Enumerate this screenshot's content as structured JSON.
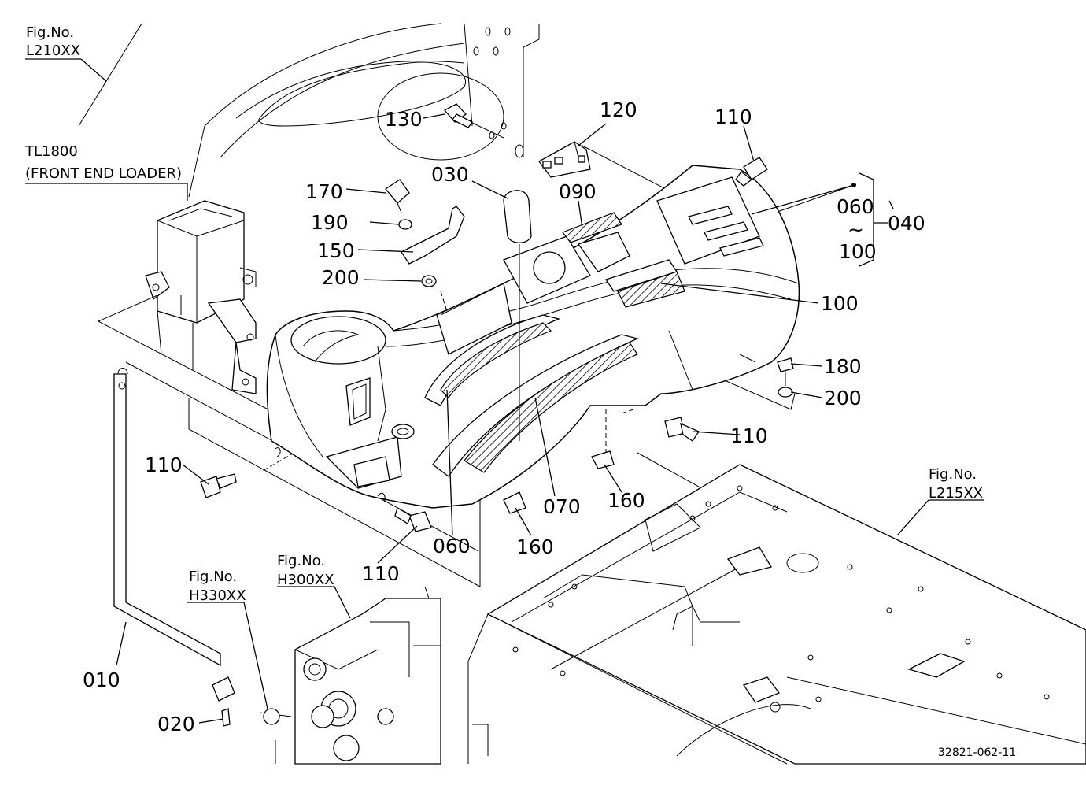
{
  "callouts": [
    {
      "id": "p130",
      "text": "130"
    },
    {
      "id": "p120",
      "text": "120"
    },
    {
      "id": "p110a",
      "text": "110"
    },
    {
      "id": "p170",
      "text": "170"
    },
    {
      "id": "p030",
      "text": "030"
    },
    {
      "id": "p090",
      "text": "090"
    },
    {
      "id": "p190",
      "text": "190"
    },
    {
      "id": "p150",
      "text": "150"
    },
    {
      "id": "p200a",
      "text": "200"
    },
    {
      "id": "p060a",
      "text": "060"
    },
    {
      "id": "p040",
      "text": "040"
    },
    {
      "id": "p100a",
      "text": "100"
    },
    {
      "id": "p100b",
      "text": "100"
    },
    {
      "id": "p180",
      "text": "180"
    },
    {
      "id": "p200b",
      "text": "200"
    },
    {
      "id": "p110b",
      "text": "110"
    },
    {
      "id": "p110c",
      "text": "110"
    },
    {
      "id": "p160a",
      "text": "160"
    },
    {
      "id": "p070",
      "text": "070"
    },
    {
      "id": "p060b",
      "text": "060"
    },
    {
      "id": "p160b",
      "text": "160"
    },
    {
      "id": "p110d",
      "text": "110"
    },
    {
      "id": "p010",
      "text": "010"
    },
    {
      "id": "p020",
      "text": "020"
    }
  ],
  "range_mark": "~",
  "references": {
    "l210": {
      "line1": "Fig.No.",
      "line2": "L210XX"
    },
    "tl1800": {
      "line1": "TL1800",
      "line2": "(FRONT END LOADER)"
    },
    "l215": {
      "line1": "Fig.No.",
      "line2": "L215XX"
    },
    "h330": {
      "line1": "Fig.No.",
      "line2": "H330XX"
    },
    "h300": {
      "line1": "Fig.No.",
      "line2": "H300XX"
    }
  },
  "drawing_code": "32821-062-11"
}
